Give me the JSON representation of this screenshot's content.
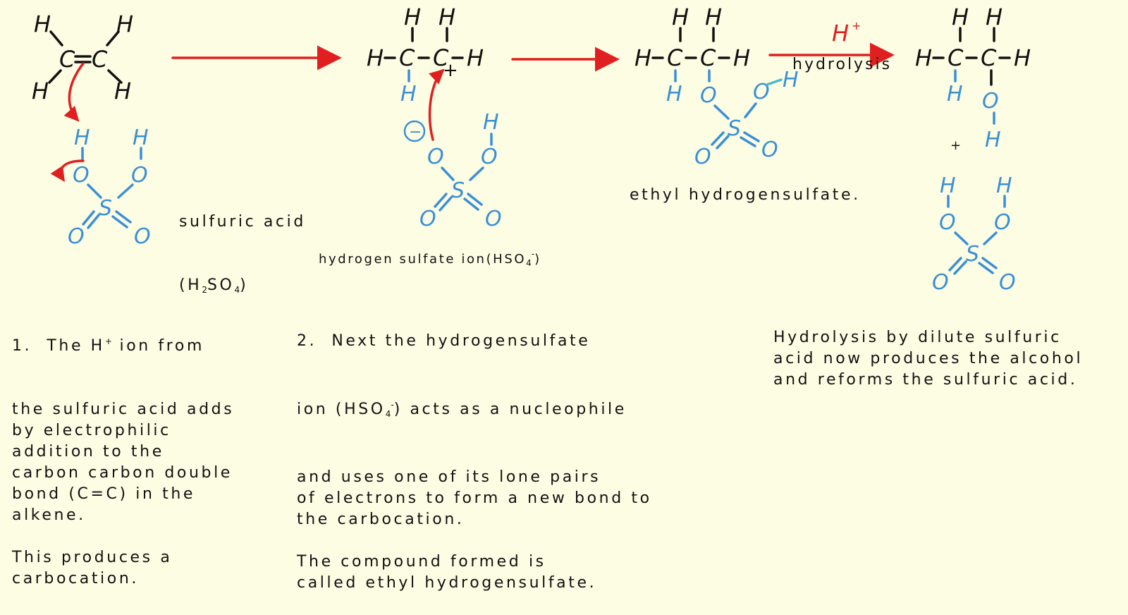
{
  "labels": {
    "sulfuric_acid_line1": "sulfuric acid",
    "sulfuric_acid_line2_pre": "(H",
    "sulfuric_acid_sub2": "2",
    "sulfuric_acid_mid": "SO",
    "sulfuric_acid_sub4": "4",
    "sulfuric_acid_post": ")",
    "hydrogen_sulfate_pre": "hydrogen sulfate ion(HSO",
    "hydrogen_sulfate_sub": "4",
    "hydrogen_sulfate_sup": "-",
    "hydrogen_sulfate_post": ")",
    "ethyl_hydrogensulfate": "ethyl hydrogensulfate.",
    "hplus_catalyst": "H",
    "hplus_sup": "+",
    "hydrolysis": "hydrolysis",
    "plus_sign": "+"
  },
  "atoms": {
    "H": "H",
    "C": "C",
    "O": "O",
    "S": "S",
    "bond": "-",
    "positive": "+",
    "negative": "−"
  },
  "steps": {
    "step1_line1_pre": "1.  The H",
    "step1_line1_sup": "+",
    "step1_line1_post": " ion from",
    "step1_rest": "the sulfuric acid adds\nby electrophilic\naddition to the\ncarbon carbon double\nbond (C=C) in the\nalkene.\n\nThis produces a\ncarbocation.",
    "step2_line1": "2.  Next the hydrogensulfate",
    "step2_line2_pre": "ion (HSO",
    "step2_line2_sub": "4",
    "step2_line2_sup": "-",
    "step2_line2_post": ") acts as a nucleophile",
    "step2_rest": "and uses one of its lone pairs\nof electrons to form a new bond to\nthe carbocation.\n\nThe compound formed is\ncalled ethyl hydrogensulfate.",
    "step3": "Hydrolysis by dilute sulfuric\nacid now produces the alcohol\nand reforms the sulfuric acid."
  },
  "colors": {
    "background": "#fdfde4",
    "structure_black": "#111111",
    "acid_blue": "#3b8fd6",
    "arrow_red": "#e02020"
  }
}
